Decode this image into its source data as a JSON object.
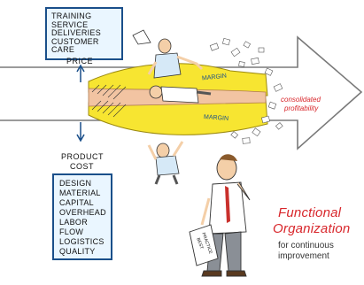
{
  "top_box": {
    "lines": [
      "TRAINING",
      "SERVICE",
      "DELIVERIES",
      "CUSTOMER CARE"
    ]
  },
  "price_label": "PRICE",
  "product_cost_label": {
    "line1": "PRODUCT",
    "line2": "COST"
  },
  "bottom_box": {
    "lines": [
      "DESIGN",
      "MATERIAL",
      "CAPITAL",
      "OVERHEAD",
      "LABOR",
      "FLOW",
      "LOGISTICS",
      "QUALITY"
    ]
  },
  "margin_labels": [
    "MARGIN",
    "MARGIN"
  ],
  "consolidated": {
    "line1": "consolidated",
    "line2": "profitability"
  },
  "sign_text": {
    "line1": "BEST",
    "line2": "PRACTICE"
  },
  "title": {
    "line1": "Functional",
    "line2": "Organization"
  },
  "subtitle": {
    "line1": "for continuous",
    "line2": "improvement"
  },
  "colors": {
    "title_red": "#d8262b",
    "box_fill": "#eaf6ff",
    "box_border": "#1a4f8a",
    "arrow_yellow": "#f7e531",
    "margin_text": "#1a4f8a"
  }
}
